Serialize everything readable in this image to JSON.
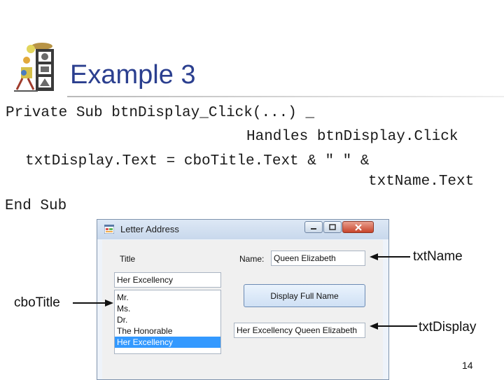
{
  "slide": {
    "title": "Example 3",
    "page_number": "14"
  },
  "code": {
    "line1": "Private Sub btnDisplay_Click(...) _",
    "line2": "Handles btnDisplay.Click",
    "line3": "txtDisplay.Text = cboTitle.Text & \" \" &",
    "line4": "txtName.Text",
    "line5": "End Sub"
  },
  "window": {
    "title": "Letter Address",
    "title_label": "Title",
    "name_label": "Name:",
    "name_value": "Queen Elizabeth",
    "combo_text": "Her Excellency",
    "list_items": [
      "Mr.",
      "Ms.",
      "Dr.",
      "The Honorable",
      "Her Excellency"
    ],
    "selected_item": "Her Excellency",
    "display_button_label": "Display Full Name",
    "display_value": "Her Excellency Queen Elizabeth"
  },
  "callouts": {
    "txt_name": "txtName",
    "cbo_title": "cboTitle",
    "txt_display": "txtDisplay"
  },
  "colors": {
    "title_color": "#2b3f8f",
    "selection_color": "#3399ff",
    "close_button_color": "#c8442b"
  }
}
